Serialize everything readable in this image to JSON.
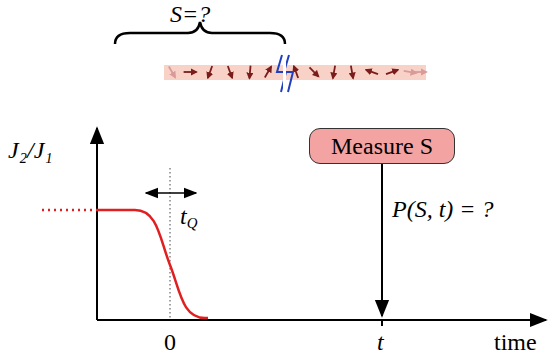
{
  "diagram": {
    "nodes": [
      {
        "text": [
          "Measure S"
        ]
      }
    ],
    "labels": [
      "S=?",
      "J₂/J₁",
      "tQ",
      "0",
      "t",
      "time",
      "P(S, t) = ?"
    ]
  }
}
